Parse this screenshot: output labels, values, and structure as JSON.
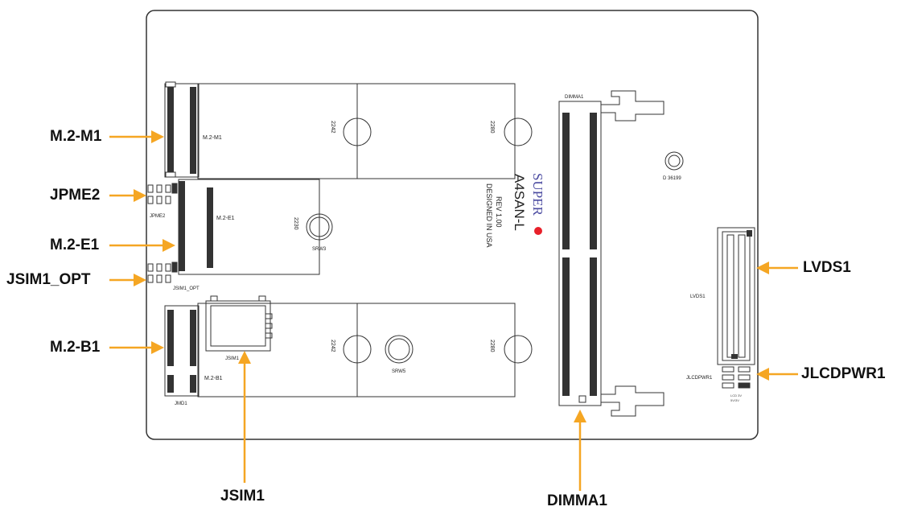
{
  "callouts": {
    "m2_m1": "M.2-M1",
    "jpme2": "JPME2",
    "m2_e1": "M.2-E1",
    "jsim1_opt": "JSIM1_OPT",
    "m2_b1": "M.2-B1",
    "jsim1": "JSIM1",
    "dimma1": "DIMMA1",
    "lvds1": "LVDS1",
    "jlcdpwr1": "JLCDPWR1"
  },
  "silkscreen": {
    "m2_m1": "M.2-M1",
    "m2_e1": "M.2-E1",
    "m2_b1": "M.2-B1",
    "jpme2": "JPME2",
    "jsim1_opt": "JSIM1_OPT",
    "jsim1": "JSIM1",
    "jmd1": "JMD1",
    "srw3": "SRW3",
    "srw5": "SRW5",
    "size_2242_top": "2242",
    "size_2280_top": "2280",
    "size_2230": "2230",
    "size_2242_bottom": "2242",
    "size_2280_bottom": "2280",
    "dimma1": "DIMMA1",
    "lvds1": "LVDS1",
    "jlcdpwr1": "JLCDPWR1",
    "board_name": "A4SAN-L",
    "rev": "REV 1.00",
    "designed": "DESIGNED IN USA",
    "brand": "SUPER",
    "batt": "D 36199",
    "lcd_note_1": "LCD 3V",
    "lcd_note_2": "5V/3V"
  },
  "colors": {
    "arrow": "#f5a623",
    "line": "#333333",
    "brand": "#4a4aa0",
    "brand_dot": "#e8202a"
  }
}
